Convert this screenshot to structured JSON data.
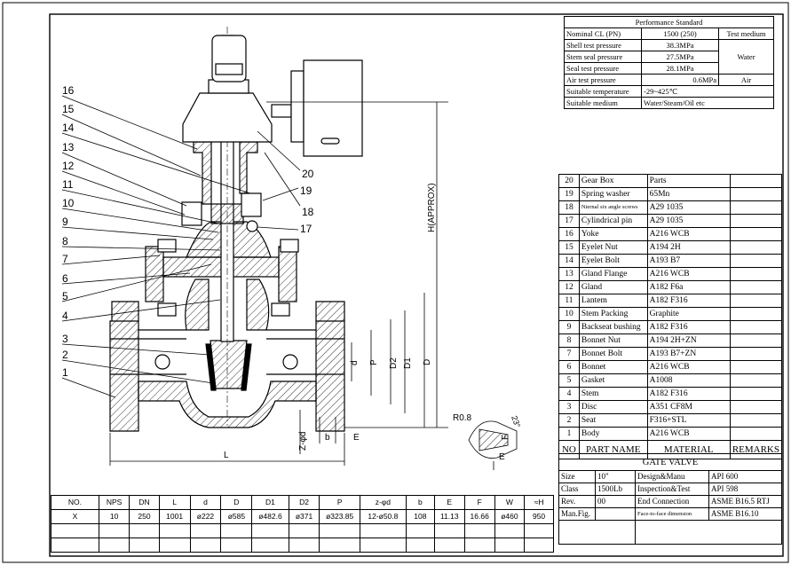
{
  "performance": {
    "title": "Performance Standard",
    "rows": [
      {
        "label": "Nominal CL (PN)",
        "value": "1500 (250)",
        "medium": "Test medium"
      },
      {
        "label": "Shell test pressure",
        "value": "38.3MPa",
        "medium": ""
      },
      {
        "label": "Stem seal pressure",
        "value": "27.5MPa",
        "medium": "Water"
      },
      {
        "label": "Seal test pressure",
        "value": "28.1MPa",
        "medium": ""
      },
      {
        "label": "Air test pressure",
        "value": "0.6MPa",
        "medium": "Air"
      }
    ],
    "temp_label": "Suitable temperature",
    "temp_value": "-29~425℃",
    "medium_label": "Suitable medium",
    "medium_value": "Water/Steam/Oil etc"
  },
  "parts": [
    {
      "no": "20",
      "name": "Gear Box",
      "material": "Parts",
      "remarks": ""
    },
    {
      "no": "19",
      "name": "Spring washer",
      "material": "65Mn",
      "remarks": ""
    },
    {
      "no": "18",
      "name": "Nternal six angle screws",
      "material": "A29 1035",
      "remarks": ""
    },
    {
      "no": "17",
      "name": "Cylindrical pin",
      "material": "A29 1035",
      "remarks": ""
    },
    {
      "no": "16",
      "name": "Yoke",
      "material": "A216 WCB",
      "remarks": ""
    },
    {
      "no": "15",
      "name": "Eyelet Nut",
      "material": "A194 2H",
      "remarks": ""
    },
    {
      "no": "14",
      "name": "Eyelet Bolt",
      "material": "A193 B7",
      "remarks": ""
    },
    {
      "no": "13",
      "name": "Gland Flange",
      "material": "A216 WCB",
      "remarks": ""
    },
    {
      "no": "12",
      "name": "Gland",
      "material": "A182 F6a",
      "remarks": ""
    },
    {
      "no": "11",
      "name": "Lantem",
      "material": "A182 F316",
      "remarks": ""
    },
    {
      "no": "10",
      "name": "Stem Packing",
      "material": "Graphite",
      "remarks": ""
    },
    {
      "no": "9",
      "name": "Backseat bushing",
      "material": "A182 F316",
      "remarks": ""
    },
    {
      "no": "8",
      "name": "Bonnet Nut",
      "material": "A194 2H+ZN",
      "remarks": ""
    },
    {
      "no": "7",
      "name": "Bonnet Bolt",
      "material": "A193 B7+ZN",
      "remarks": ""
    },
    {
      "no": "6",
      "name": "Bonnet",
      "material": "A216 WCB",
      "remarks": ""
    },
    {
      "no": "5",
      "name": "Gasket",
      "material": "A1008",
      "remarks": ""
    },
    {
      "no": "4",
      "name": "Stem",
      "material": "A182 F316",
      "remarks": ""
    },
    {
      "no": "3",
      "name": "Disc",
      "material": "A351 CF8M",
      "remarks": ""
    },
    {
      "no": "2",
      "name": "Seat",
      "material": "F316+STL",
      "remarks": ""
    },
    {
      "no": "1",
      "name": "Body",
      "material": "A216 WCB",
      "remarks": ""
    }
  ],
  "parts_header": {
    "no": "NO",
    "name": "PART NAME",
    "material": "MATERIAL",
    "remarks": "REMARKS"
  },
  "title_block": {
    "title": "GATE VALVE",
    "size_label": "Size",
    "size_value": "10\"",
    "design_label": "Design&Manu",
    "design_value": "API 600",
    "class_label": "Class",
    "class_value": "1500Lb",
    "inspection_label": "Inspection&Test",
    "inspection_value": "API 598",
    "rev_label": "Rev.",
    "rev_value": "00",
    "end_label": "End Connection",
    "end_value": "ASME B16.5 RTJ",
    "fig_label": "Man.Fig.",
    "f2f_label": "Face-to-face dimension",
    "f2f_value": "ASME B16.10"
  },
  "dimensions": {
    "headers": [
      "NO.",
      "NPS",
      "DN",
      "L",
      "d",
      "D",
      "D1",
      "D2",
      "P",
      "z-φd",
      "b",
      "E",
      "F",
      "W",
      "≈H"
    ],
    "row": [
      "X",
      "10",
      "250",
      "1001",
      "ø222",
      "ø585",
      "ø482.6",
      "ø371",
      "ø323.85",
      "12-ø50.8",
      "108",
      "11.13",
      "16.66",
      "ø460",
      "950"
    ]
  },
  "drawing": {
    "balloons": [
      "1",
      "2",
      "3",
      "4",
      "5",
      "6",
      "7",
      "8",
      "9",
      "10",
      "11",
      "12",
      "13",
      "14",
      "15",
      "16"
    ],
    "balloons_right": [
      "17",
      "18",
      "19",
      "20"
    ],
    "dim_labels": {
      "L": "L",
      "H": "H(APPROX)",
      "d": "d",
      "P": "P",
      "D2": "D2",
      "D1": "D1",
      "D": "D",
      "b": "b",
      "E": "E",
      "zd": "Z-φd",
      "R": "R0.8",
      "F": "F",
      "E2": "E",
      "ang": "23°"
    }
  }
}
